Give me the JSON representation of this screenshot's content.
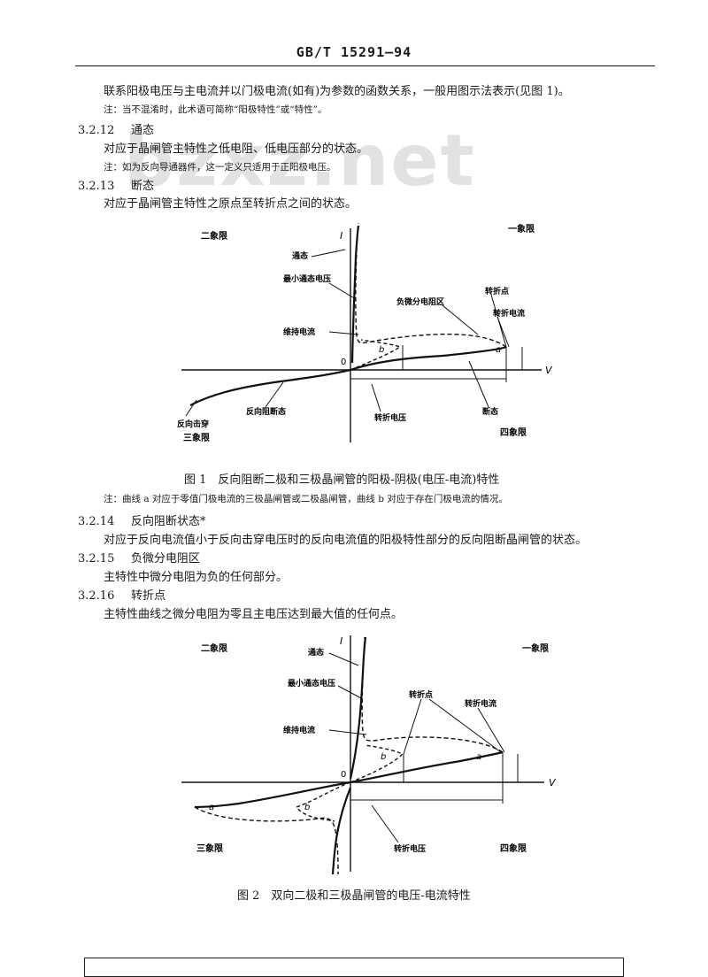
{
  "header": {
    "standard": "GB/T 15291—94"
  },
  "watermark": "bzxz.net",
  "para1": "联系阳极电压与主电流并以门极电流(如有)为参数的函数关系，一般用图示法表示(见图 1)。",
  "note1": "注：当不混淆时，此术语可简称“阳极特性”或“特性”。",
  "sections": {
    "s12": {
      "num": "3.2.12",
      "title": "通态",
      "def": "对应于晶闸管主特性之低电阻、低电压部分的状态。",
      "note": "注：如为反向导通器件，这一定义只适用于正阳极电压。"
    },
    "s13": {
      "num": "3.2.13",
      "title": "断态",
      "def": "对应于晶闸管主特性之原点至转折点之间的状态。"
    },
    "s14": {
      "num": "3.2.14",
      "title": "反向阻断状态*",
      "def": "对应于反向电流值小于反向击穿电压时的反向电流值的阳极特性部分的反向阻断晶闸管的状态。"
    },
    "s15": {
      "num": "3.2.15",
      "title": "负微分电阻区",
      "def": "主特性中微分电阻为负的任何部分。"
    },
    "s16": {
      "num": "3.2.16",
      "title": "转折点",
      "def": "主特性曲线之微分电阻为零且主电压达到最大值的任何点。"
    }
  },
  "fig1": {
    "caption": "图 1　反向阻断二极和三极晶闸管的阳极-阴极(电压-电流)特性",
    "note": "注：曲线 a 对应于零值门极电流的三极晶闸管或二极晶闸管，曲线 b 对应于存在门极电流的情况。",
    "labels": {
      "q2": "二象限",
      "q1": "一象限",
      "q3": "三象限",
      "q4": "四象限",
      "I": "I",
      "V": "V",
      "origin": "0",
      "on_state": "通态",
      "min_on_voltage": "最小通态电压",
      "neg_diff_region": "负微分电阻区",
      "breakover_point": "转折点",
      "breakover_current": "转折电流",
      "holding_current": "维持电流",
      "breakover_voltage": "转折电压",
      "off_state": "断态",
      "reverse_blocking": "反向阻断态",
      "reverse_breakdown": "反向击穿",
      "curve_a": "a",
      "curve_b": "b"
    }
  },
  "fig2": {
    "caption": "图 2　双向二极和三极晶闸管的电压-电流特性",
    "labels": {
      "q2": "二象限",
      "q1": "一象限",
      "q3": "三象限",
      "q4": "四象限",
      "I": "I",
      "V": "V",
      "origin": "0",
      "on_state": "通态",
      "min_on_voltage": "最小通态电压",
      "breakover_point": "转折点",
      "breakover_current": "转折电流",
      "holding_current": "维持电流",
      "breakover_voltage": "转折电压",
      "curve_a": "a",
      "curve_b": "b"
    }
  }
}
